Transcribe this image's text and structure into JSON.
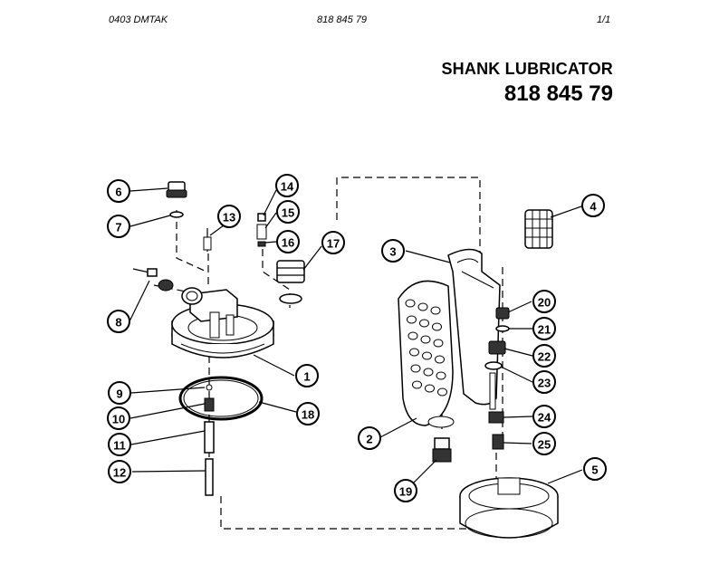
{
  "header": {
    "left": "0403   DMTAK",
    "center": "818 845 79",
    "right": "1/1"
  },
  "title": {
    "name": "SHANK LUBRICATOR",
    "number": "818 845 79"
  },
  "callouts": [
    "1",
    "2",
    "3",
    "4",
    "5",
    "6",
    "7",
    "8",
    "9",
    "10",
    "11",
    "12",
    "13",
    "14",
    "15",
    "16",
    "17",
    "18",
    "19",
    "20",
    "21",
    "22",
    "23",
    "24",
    "25"
  ]
}
